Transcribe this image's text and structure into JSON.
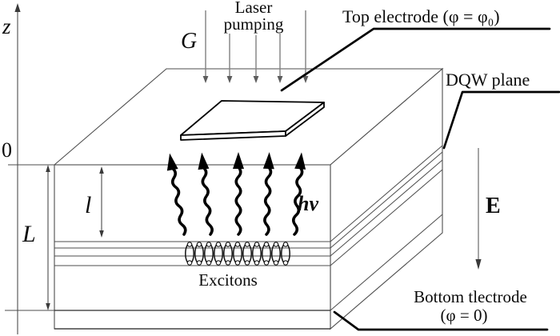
{
  "figure": {
    "axis": {
      "z_label": "z",
      "origin_label": "0",
      "thickness_label": "L",
      "depth_label": "l"
    },
    "labels": {
      "generation": "G",
      "laser_line1": "Laser",
      "laser_line2": "pumping",
      "top_electrode": "Top electrode (φ = φ₀)",
      "dqw_plane": "DQW plane",
      "field": "E",
      "photon": "hν",
      "excitons": "Excitons",
      "bottom_electrode_line1": "Bottom tlectrode",
      "bottom_electrode_line2": "(φ = 0)"
    },
    "colors": {
      "background": "#ffffff",
      "box_line": "#4d4d4d",
      "thick_line": "#000000",
      "laser_arrow_gray": "#818181",
      "text": "#0a0a0a"
    },
    "counts": {
      "laser_pump_arrows": 5,
      "photon_arrows": 5,
      "exciton_coils": 11,
      "dqw_layer_lines": 4
    }
  }
}
